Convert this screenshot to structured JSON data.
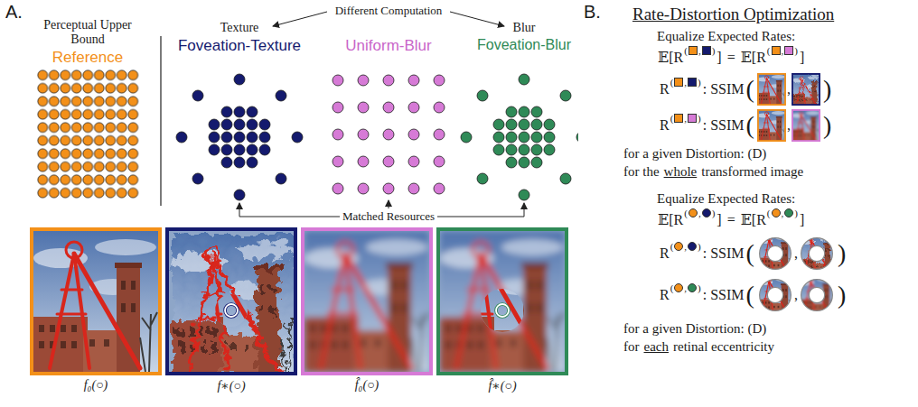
{
  "diagram": {
    "nodes": [
      {
        "text": [
          "f₀(○)"
        ]
      },
      {
        "text": [
          "f∗(○)"
        ]
      },
      {
        "text": [
          "f̂₀(○)"
        ]
      },
      {
        "text": [
          "f̂∗(○)"
        ]
      }
    ],
    "labels": [
      "A.",
      "Perceptual Upper Bound",
      "Reference",
      "Different Computation",
      "Texture",
      "Foveation-Texture",
      "Uniform-Blur",
      "Blur",
      "Foveation-Blur",
      "Matched Resources",
      "B.",
      "Rate-Distortion Optimization",
      "Equalize Expected Rates:",
      "𝔼[R",
      "(",
      ",",
      ")",
      "]",
      "=",
      "𝔼[R",
      "(",
      ",",
      ")",
      "]",
      "R",
      "(",
      ",",
      ")",
      ": SSIM",
      "(",
      ",",
      ")",
      "R",
      "(",
      ",",
      ")",
      ": SSIM",
      "(",
      ",",
      ")",
      "for a given Distortion: (D)",
      "for the",
      "whole",
      "transformed image",
      "Equalize Expected Rates:",
      "𝔼[R",
      "(",
      ",",
      ")",
      "]",
      "=",
      "𝔼[R",
      "(",
      ",",
      ")",
      "]",
      "R",
      "(",
      ",",
      ")",
      ": SSIM",
      "(",
      ",",
      ")",
      "R",
      "(",
      ",",
      ")",
      ": SSIM",
      "(",
      ",",
      ")",
      "for a given Distortion: (D)",
      "for",
      "each",
      "retinal eccentricity"
    ]
  }
}
